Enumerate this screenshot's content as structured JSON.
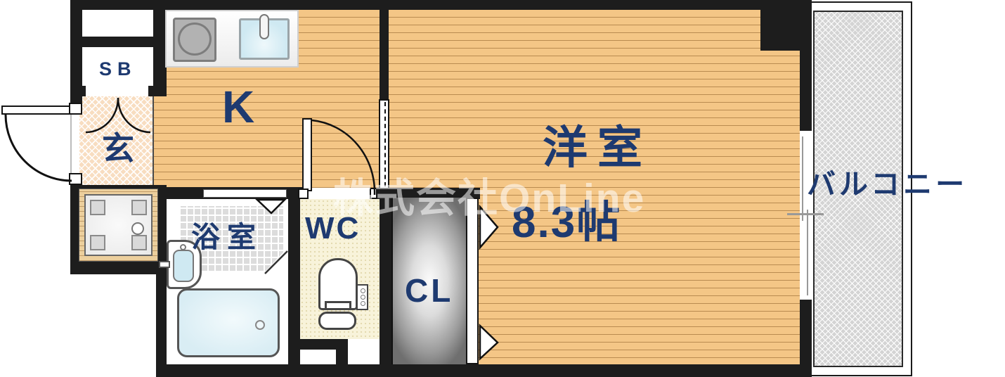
{
  "plan": {
    "watermark": "株式会社OnLine",
    "labels": {
      "shoe_box": "SB",
      "entrance": "玄",
      "kitchen": "K",
      "western_room": "洋室",
      "western_room_size": "8.3帖",
      "bathroom": "浴室",
      "wc": "WC",
      "closet": "CL",
      "balcony": "バルコニー"
    },
    "colors": {
      "label_navy": "#1e3a70",
      "wall_black": "#1d1d1d",
      "wood_floor": "#f4c686",
      "wood_stripe": "#bb8f55",
      "entrance_floor": "#f8ddc0",
      "wc_floor": "#f8f3da",
      "bathroom_water_blue": "#d9edf4",
      "balcony_gray": "#d4d4d4"
    }
  }
}
